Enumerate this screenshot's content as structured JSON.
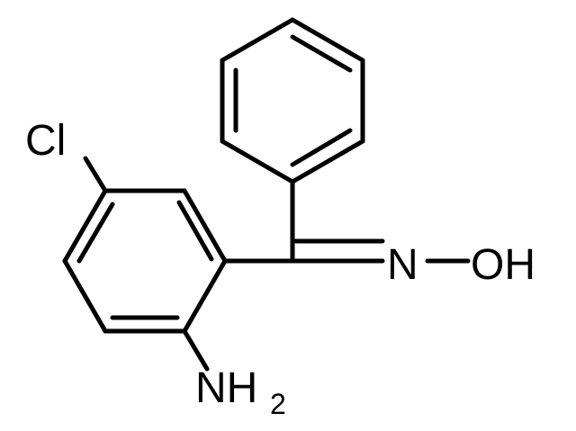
{
  "molecule": {
    "labels": {
      "chlorine": "Cl",
      "nitrogen": "N",
      "hydroxyl": "OH",
      "amine_n": "NH",
      "amine_sub": "2"
    },
    "colors": {
      "bond": "#000000",
      "text": "#000000",
      "background": "#ffffff"
    }
  }
}
